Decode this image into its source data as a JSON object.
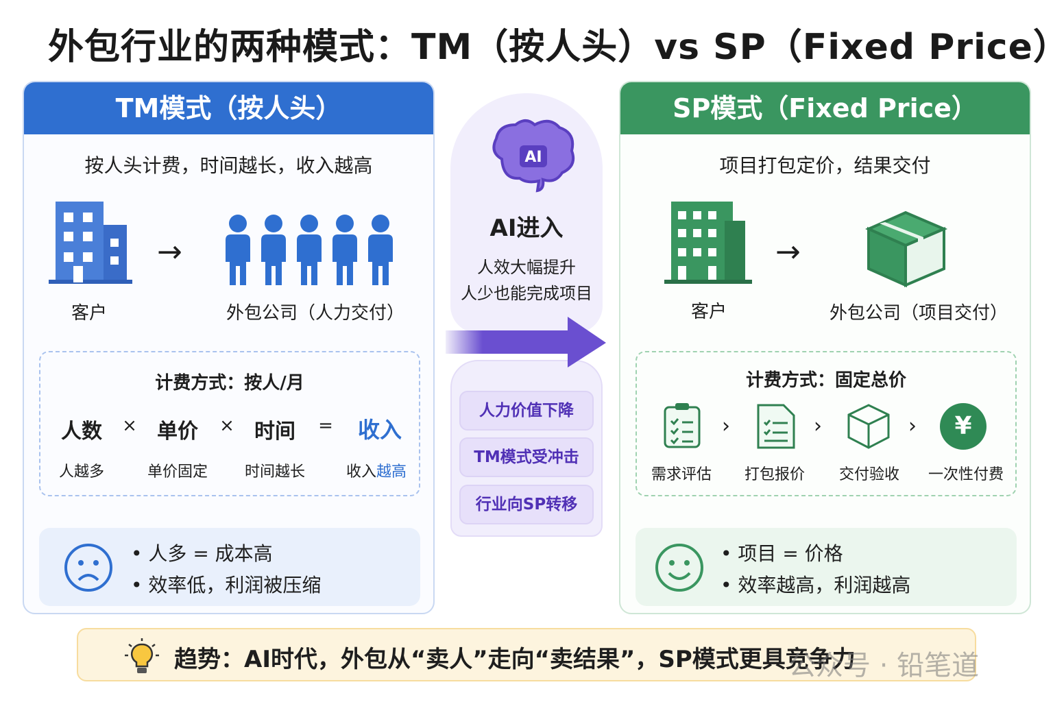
{
  "title": "外包行业的两种模式：TM（按人头）vs SP（Fixed Price）",
  "tm": {
    "header": "TM模式（按人头）",
    "subtitle": "按人头计费，时间越长，收入越高",
    "client": "客户",
    "vendor": "外包公司（人力交付）",
    "billing_title": "计费方式：按人/月",
    "formula": [
      "人数",
      "×",
      "单价",
      "×",
      "时间",
      "=",
      "收入"
    ],
    "formula_notes": [
      "人越多",
      "单价固定",
      "时间越长",
      "收入"
    ],
    "highlight": "越高",
    "cons": [
      "• 人多 = 成本高",
      "• 效率低，利润被压缩"
    ]
  },
  "middle": {
    "title": "AI进入",
    "lines": [
      "人效大幅提升",
      "人少也能完成项目"
    ],
    "icon_text": "AI",
    "pills": [
      "人力价值下降",
      "TM模式受冲击",
      "行业向SP转移"
    ]
  },
  "sp": {
    "header": "SP模式（Fixed Price）",
    "subtitle": "项目打包定价，结果交付",
    "client": "客户",
    "vendor": "外包公司（项目交付）",
    "billing_title": "计费方式：固定总价",
    "steps": [
      "需求评估",
      "打包报价",
      "交付验收",
      "一次性付费"
    ],
    "yen": "¥",
    "pros": [
      "• 项目 = 价格",
      "• 效率越高，利润越高"
    ]
  },
  "trend": "趋势：AI时代，外包从“卖人”走向“卖结果”，SP模式更具竞争力",
  "watermark": "公众号 · 铅笔道",
  "colors": {
    "blue": "#2f6fd0",
    "green": "#3a9660",
    "purple": "#6a4fd0"
  }
}
